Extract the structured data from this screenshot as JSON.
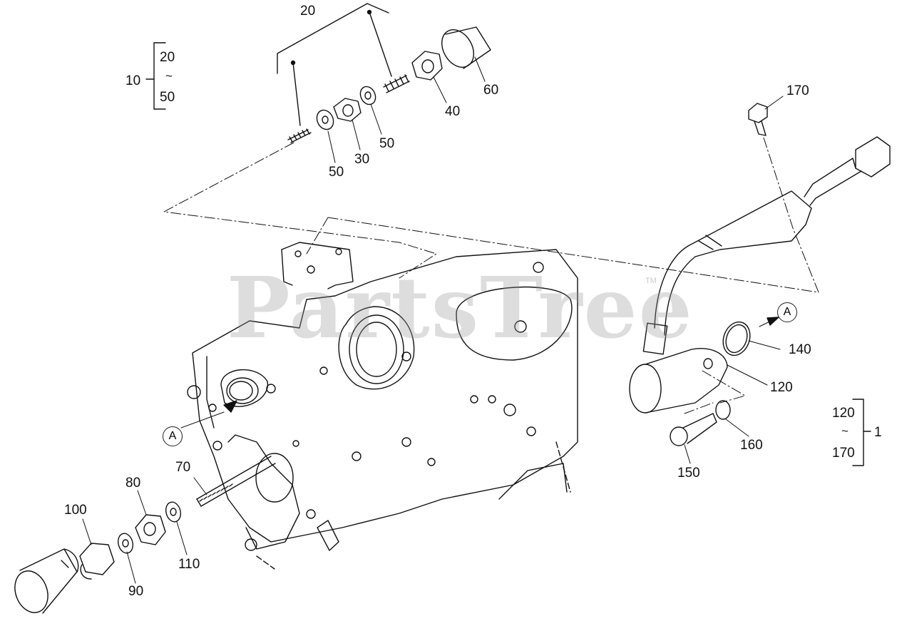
{
  "diagram": {
    "watermark": "PartsTree",
    "trademark": "TM",
    "callouts": [
      {
        "id": "c20top",
        "text": "20"
      },
      {
        "id": "c20a",
        "text": "20"
      },
      {
        "id": "c10",
        "text": "10"
      },
      {
        "id": "c50range",
        "text": "50"
      },
      {
        "id": "ctilde1",
        "text": "~"
      },
      {
        "id": "c60",
        "text": "60"
      },
      {
        "id": "c40",
        "text": "40"
      },
      {
        "id": "c50a",
        "text": "50"
      },
      {
        "id": "c30",
        "text": "30"
      },
      {
        "id": "c50b",
        "text": "50"
      },
      {
        "id": "c170",
        "text": "170"
      },
      {
        "id": "c140",
        "text": "140"
      },
      {
        "id": "c120",
        "text": "120"
      },
      {
        "id": "c120r",
        "text": "120"
      },
      {
        "id": "ctilde2",
        "text": "~"
      },
      {
        "id": "c170r",
        "text": "170"
      },
      {
        "id": "c1",
        "text": "1"
      },
      {
        "id": "c160",
        "text": "160"
      },
      {
        "id": "c150",
        "text": "150"
      },
      {
        "id": "c70",
        "text": "70"
      },
      {
        "id": "c80",
        "text": "80"
      },
      {
        "id": "c100",
        "text": "100"
      },
      {
        "id": "c110",
        "text": "110"
      },
      {
        "id": "c90",
        "text": "90"
      }
    ],
    "ref_markers": [
      {
        "id": "refA1",
        "text": "A"
      },
      {
        "id": "refA2",
        "text": "A"
      }
    ]
  }
}
